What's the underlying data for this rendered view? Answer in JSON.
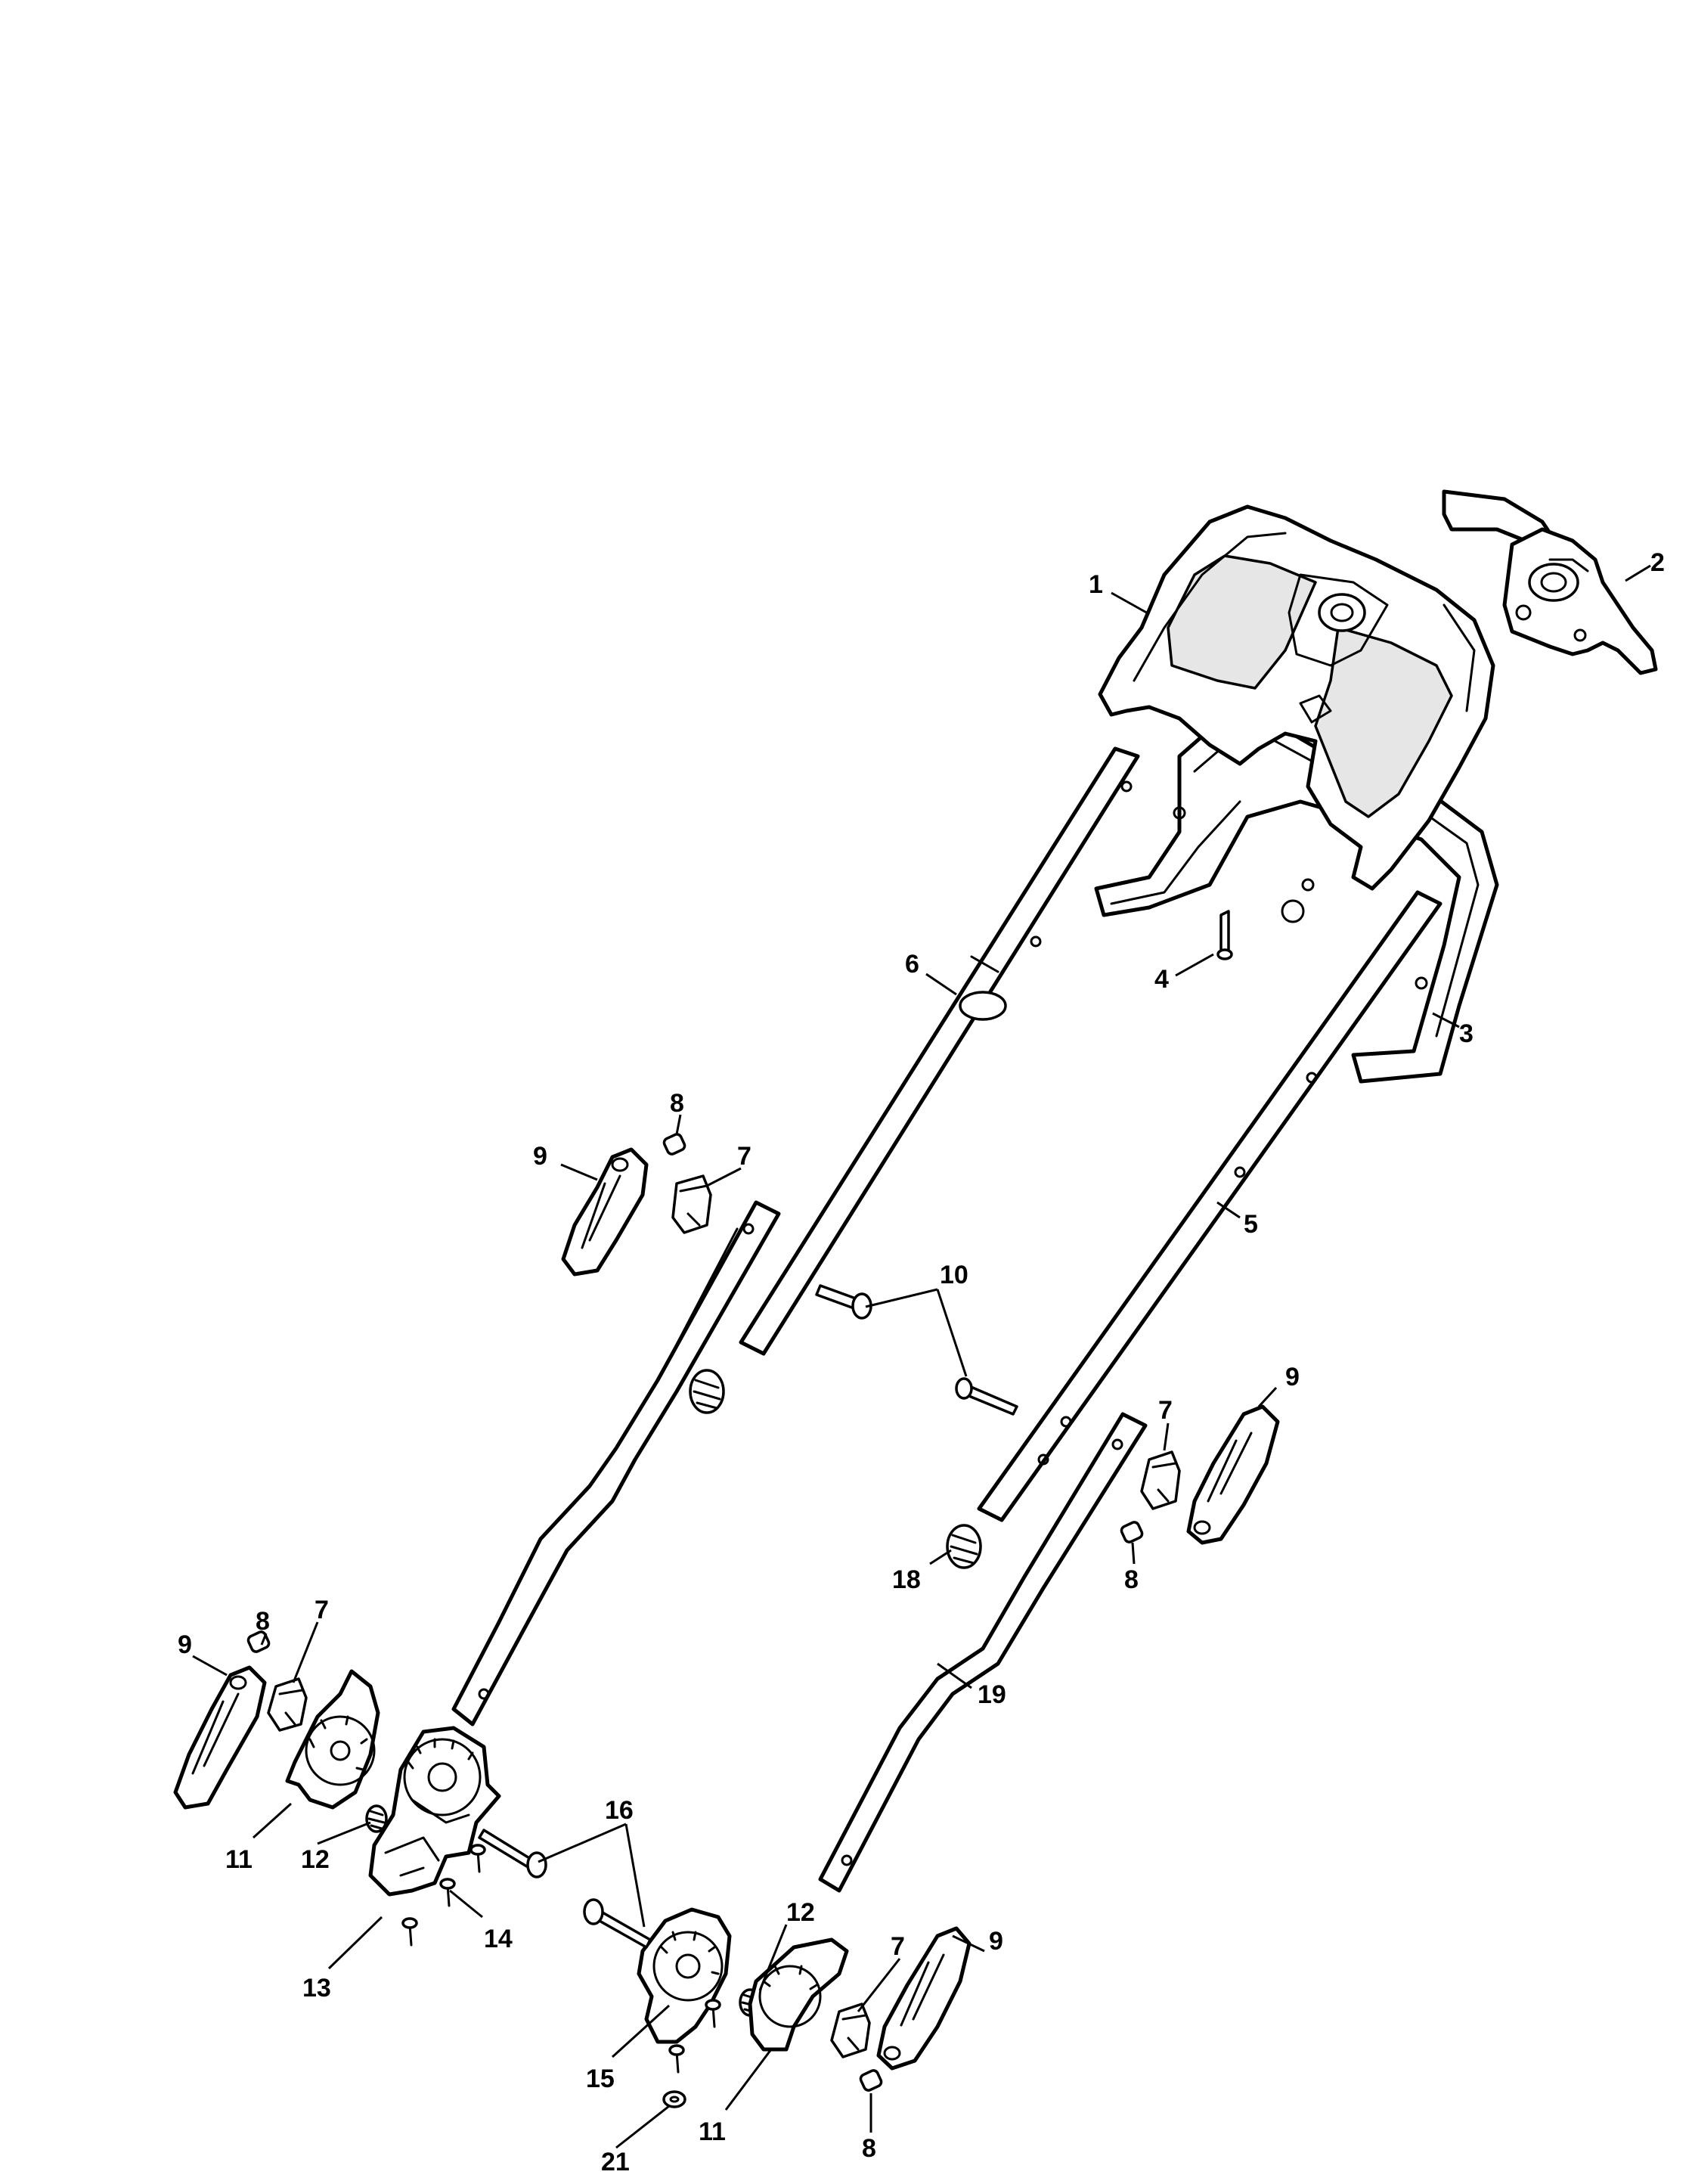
{
  "callouts": {
    "p1": "1",
    "p2": "2",
    "p3": "3",
    "p4": "4",
    "p5": "5",
    "p6": "6",
    "p7a": "7",
    "p7b": "7",
    "p7c": "7",
    "p7d": "7",
    "p8a": "8",
    "p8b": "8",
    "p8c": "8",
    "p8d": "8",
    "p9a": "9",
    "p9b": "9",
    "p9c": "9",
    "p9d": "9",
    "p10": "10",
    "p11a": "11",
    "p11b": "11",
    "p12a": "12",
    "p12b": "12",
    "p13": "13",
    "p14": "14",
    "p15": "15",
    "p16": "16",
    "p18": "18",
    "p19": "19",
    "p21": "21"
  }
}
